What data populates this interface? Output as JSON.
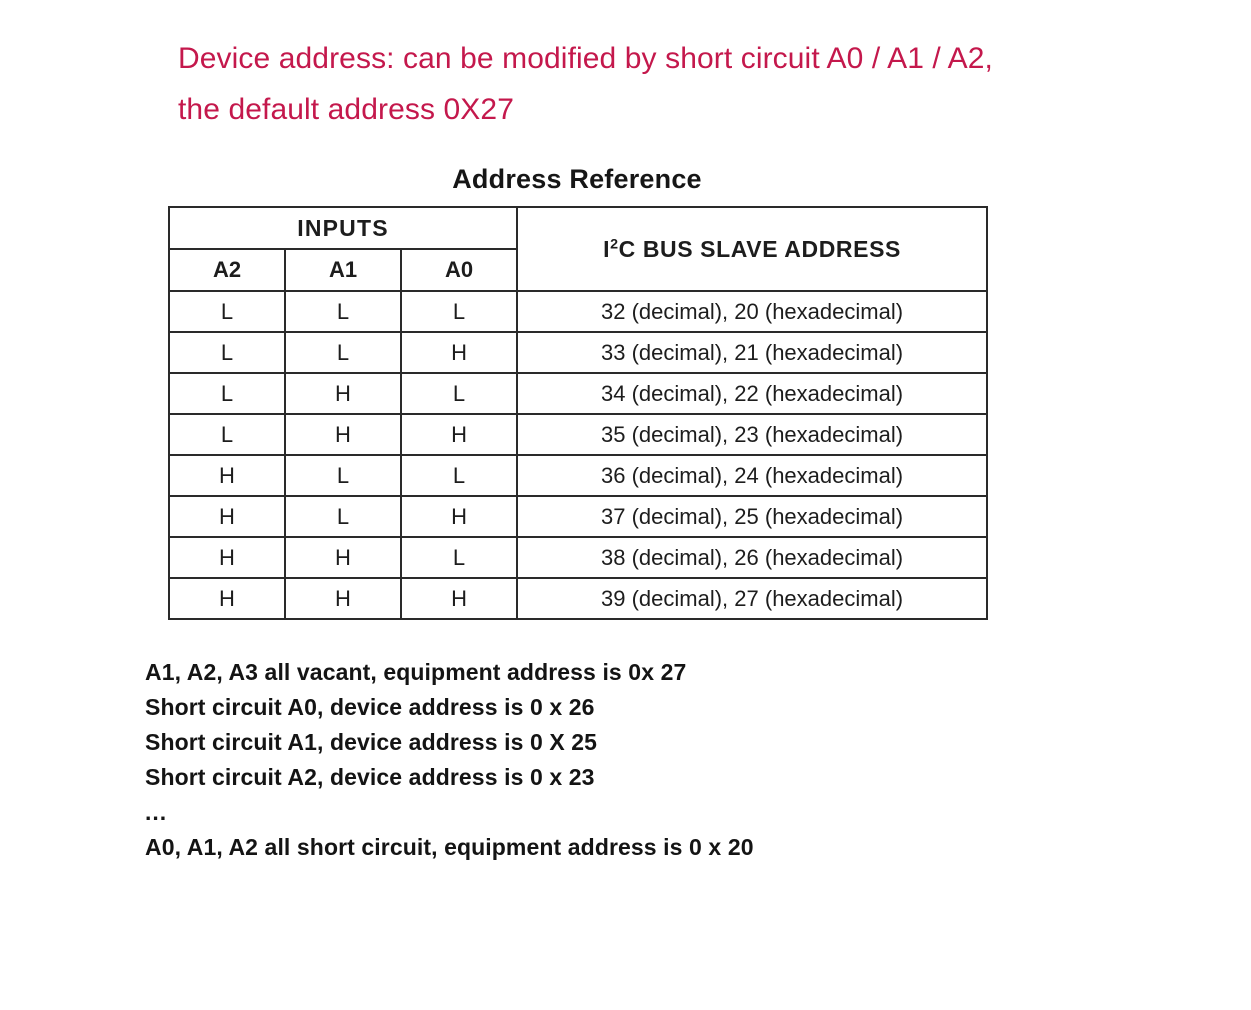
{
  "notice": {
    "lines": [
      "Device address: can be modified by short circuit A0 / A1 / A2,",
      "the default address 0X27"
    ],
    "color": "#C4184C"
  },
  "table": {
    "title": "Address Reference",
    "group_header": "INPUTS",
    "address_header_prefix": "I",
    "address_header_sup": "2",
    "address_header_rest": "C BUS SLAVE ADDRESS",
    "pin_headers": [
      "A2",
      "A1",
      "A0"
    ],
    "rows": [
      {
        "a2": "L",
        "a1": "L",
        "a0": "L",
        "address": "32 (decimal), 20 (hexadecimal)"
      },
      {
        "a2": "L",
        "a1": "L",
        "a0": "H",
        "address": "33 (decimal), 21 (hexadecimal)"
      },
      {
        "a2": "L",
        "a1": "H",
        "a0": "L",
        "address": "34 (decimal), 22 (hexadecimal)"
      },
      {
        "a2": "L",
        "a1": "H",
        "a0": "H",
        "address": "35 (decimal), 23 (hexadecimal)"
      },
      {
        "a2": "H",
        "a1": "L",
        "a0": "L",
        "address": "36 (decimal), 24 (hexadecimal)"
      },
      {
        "a2": "H",
        "a1": "L",
        "a0": "H",
        "address": "37 (decimal), 25 (hexadecimal)"
      },
      {
        "a2": "H",
        "a1": "H",
        "a0": "L",
        "address": "38 (decimal), 26 (hexadecimal)"
      },
      {
        "a2": "H",
        "a1": "H",
        "a0": "H",
        "address": "39 (decimal), 27 (hexadecimal)"
      }
    ]
  },
  "notes": {
    "lines": [
      "A1, A2, A3 all vacant, equipment address is 0x  27",
      "Short circuit A0, device address is 0 x 26",
      "Short circuit A1, device address is 0 X 25",
      "Short circuit A2, device address is 0 x 23",
      "...",
      "A0, A1, A2 all short circuit, equipment address is 0 x 20"
    ]
  }
}
